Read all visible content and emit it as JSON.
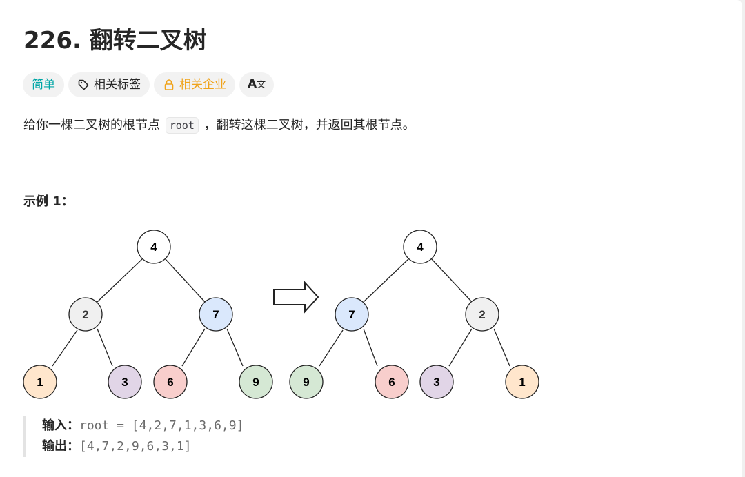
{
  "problem": {
    "title": "226. 翻转二叉树",
    "tags": {
      "difficulty": "简单",
      "related_tags": "相关标签",
      "related_companies": "相关企业",
      "translate_glyph": "A"
    },
    "description": {
      "part1": "给你一棵二叉树的根节点 ",
      "code": "root",
      "part2": " ，翻转这棵二叉树，并返回其根节点。"
    },
    "example": {
      "title": "示例 1：",
      "input_label": "输入：",
      "input_value": "root = [4,2,7,1,3,6,9]",
      "output_label": "输出：",
      "output_value": "[4,7,2,9,6,3,1]"
    }
  },
  "colors": {
    "difficulty_easy": "#00a6a6",
    "company": "#f0a31a",
    "node_white": "#ffffff",
    "node_gray": "#f0f0f0",
    "node_blue": "#dae8fc",
    "node_orange": "#ffe6cc",
    "node_purple": "#e1d5e7",
    "node_red": "#f8cecc",
    "node_green": "#d5e8d4"
  },
  "icons": {
    "tag": "tag-icon",
    "lock": "lock-icon",
    "translate": "translate-icon",
    "arrow": "right-arrow-icon"
  },
  "diagram": {
    "before": {
      "root": "4",
      "left": "2",
      "right": "7",
      "left_left": "1",
      "left_right": "3",
      "right_left": "6",
      "right_right": "9"
    },
    "after": {
      "root": "4",
      "left": "7",
      "right": "2",
      "left_left": "9",
      "left_right": "6",
      "right_left": "3",
      "right_right": "1"
    }
  }
}
